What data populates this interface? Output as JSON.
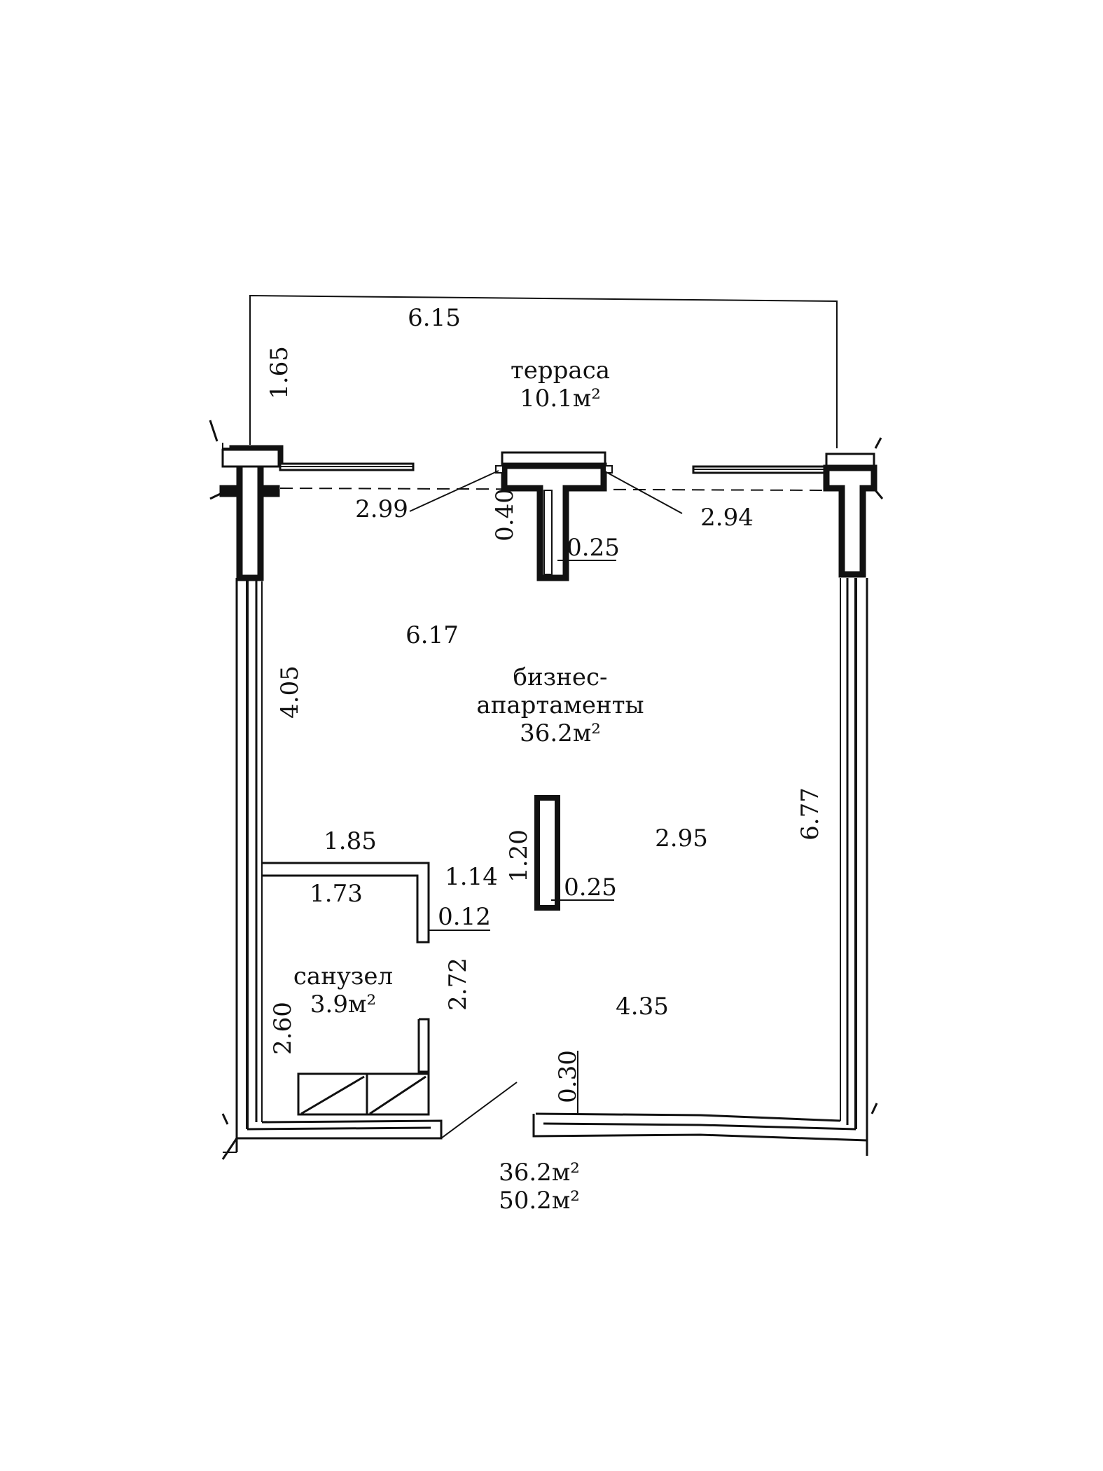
{
  "rooms": {
    "terrace": {
      "name": "терраса",
      "area": "10.1м²"
    },
    "main": {
      "name_line1": "бизнес-",
      "name_line2": "апартаменты",
      "area": "36.2м²"
    },
    "bathroom": {
      "name": "санузел",
      "area": "3.9м²"
    }
  },
  "dimensions": {
    "terrace_width": "6.15",
    "terrace_depth": "1.65",
    "opening_left": "2.99",
    "opening_right": "2.94",
    "pier_depth": "0.40",
    "pier_width": "0.25",
    "room_width": "6.17",
    "left_wall_upper": "4.05",
    "right_wall": "6.77",
    "bath_outer_width": "1.85",
    "bath_inner_width": "1.73",
    "column_offset": "1.14",
    "column_height": "1.20",
    "column_width": "0.25",
    "center_right": "2.95",
    "partition_thickness": "0.12",
    "bath_depth": "2.72",
    "bath_left_wall": "2.60",
    "bottom_right": "4.35",
    "bottom_wall": "0.30"
  },
  "totals": {
    "living_area": "36.2м²",
    "total_area": "50.2м²"
  },
  "colors": {
    "line": "#111111",
    "background": "#ffffff"
  }
}
